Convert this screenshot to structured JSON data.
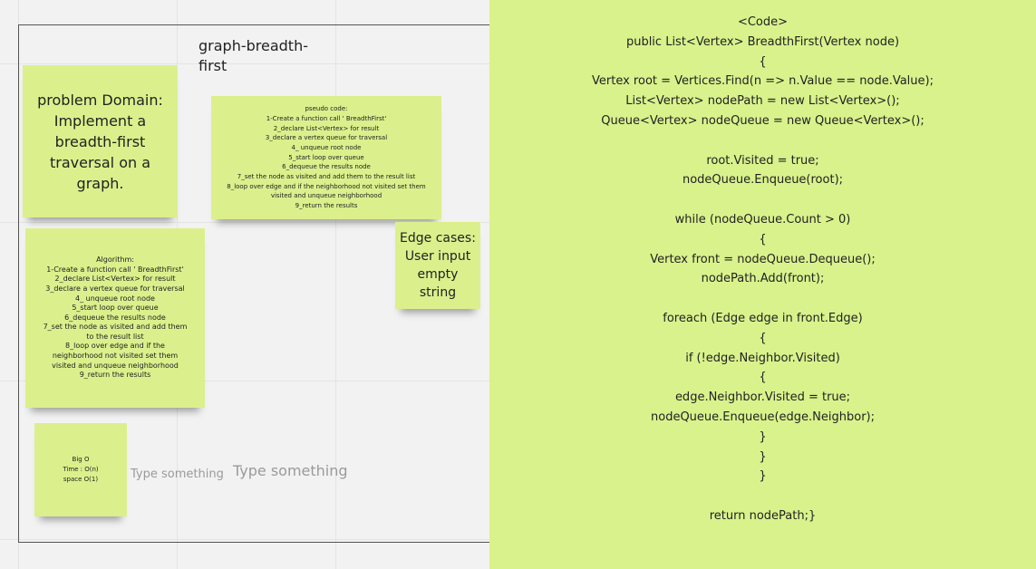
{
  "board": {
    "frame_title": "graph-breadth-first",
    "placeholder_1": "Type something",
    "placeholder_2": "Type something"
  },
  "notes": {
    "problem_domain": [
      "problem Domain:",
      "Implement a",
      "breadth-first",
      "traversal on a",
      "graph."
    ],
    "pseudo_code": [
      "pseudo code:",
      "1-Create a function call ' BreadthFirst'",
      "2_declare List<Vertex> for result",
      "3_declare a vertex queue for traversal",
      "4_ unqueue root node",
      "5_start loop over queue",
      "6_dequeue the results node",
      "7_set the node as visited and add them to the result list",
      "8_loop over edge and if the neighborhood not visited set them",
      "visited and unqueue neighborhood",
      "9_return the results"
    ],
    "algorithm": [
      "Algorithm:",
      "1-Create a function call ' BreadthFirst'",
      "2_declare List<Vertex> for result",
      "3_declare a vertex queue for traversal",
      "4_ unqueue root node",
      "5_start loop over queue",
      "6_dequeue the results node",
      "7_set the node as visited and add them",
      "to the result list",
      "8_loop over edge and if the",
      "neighborhood not visited set them",
      "visited and unqueue neighborhood",
      "9_return the results"
    ],
    "edge_cases": [
      "Edge cases:",
      "User input",
      "empty",
      "string"
    ],
    "big_o": [
      "Big O",
      "",
      "Time : O(n)",
      "space O(1)"
    ],
    "code": [
      "<Code>",
      "public List<Vertex> BreadthFirst(Vertex node)",
      "{",
      "Vertex root = Vertices.Find(n => n.Value == node.Value);",
      "List<Vertex> nodePath = new List<Vertex>();",
      "Queue<Vertex> nodeQueue = new Queue<Vertex>();",
      "",
      "root.Visited = true;",
      "nodeQueue.Enqueue(root);",
      "",
      "while (nodeQueue.Count > 0)",
      "{",
      "Vertex front = nodeQueue.Dequeue();",
      "nodePath.Add(front);",
      "",
      "foreach (Edge edge in front.Edge)",
      "{",
      "if (!edge.Neighbor.Visited)",
      "{",
      "edge.Neighbor.Visited = true;",
      "nodeQueue.Enqueue(edge.Neighbor);",
      "}",
      "}",
      "}",
      "",
      "return nodePath;}"
    ]
  }
}
